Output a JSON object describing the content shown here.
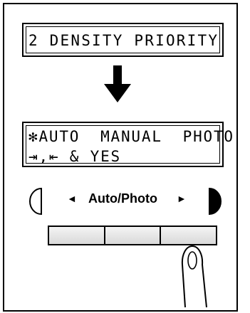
{
  "display_before": {
    "line1": "2 DENSITY PRIORITY"
  },
  "display_after": {
    "line1": "✻AUTO  MANUAL  PHOTO",
    "line2_symbols": "⇥,⇤",
    "line2_text": " & YES"
  },
  "control_panel": {
    "selector_label": "Auto/Photo",
    "left_arrow_glyph": "◄",
    "right_arrow_glyph": "►",
    "buttons": [
      "left-button",
      "middle-button",
      "right-button"
    ],
    "pressed_button": "right-button"
  },
  "icons": [
    "down-arrow-icon",
    "light-density-icon",
    "dark-density-icon",
    "finger-press-icon"
  ]
}
